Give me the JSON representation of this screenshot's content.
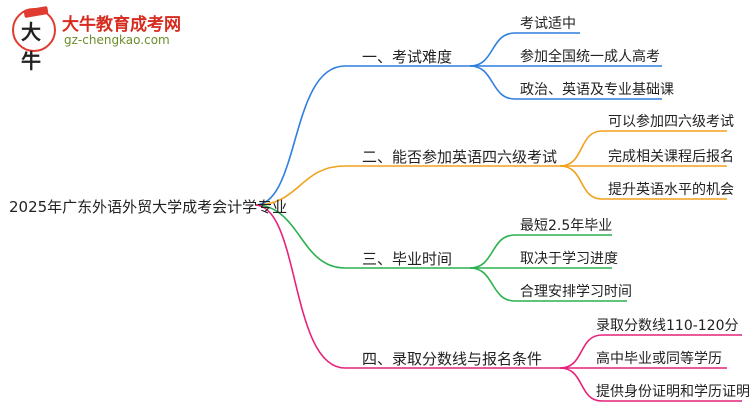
{
  "logo": {
    "title": "大牛教育成考网",
    "url_text": "gz-chengkao.com",
    "badge_glyph": "大牛"
  },
  "root": {
    "label": "2025年广东外语外贸大学成考会计学专业"
  },
  "branches": [
    {
      "label": "一、考试难度",
      "color": "#2f7fe0",
      "leaves": [
        "考试适中",
        "参加全国统一成人高考",
        "政治、英语及专业基础课"
      ]
    },
    {
      "label": "二、能否参加英语四六级考试",
      "color": "#f0a21e",
      "leaves": [
        "可以参加四六级考试",
        "完成相关课程后报名",
        "提升英语水平的机会"
      ]
    },
    {
      "label": "三、毕业时间",
      "color": "#2bb14f",
      "leaves": [
        "最短2.5年毕业",
        "取决于学习进度",
        "合理安排学习时间"
      ]
    },
    {
      "label": "四、录取分数线与报名条件",
      "color": "#e6227a",
      "leaves": [
        "录取分数线110-120分",
        "高中毕业或同等学历",
        "提供身份证明和学历证明"
      ]
    }
  ]
}
